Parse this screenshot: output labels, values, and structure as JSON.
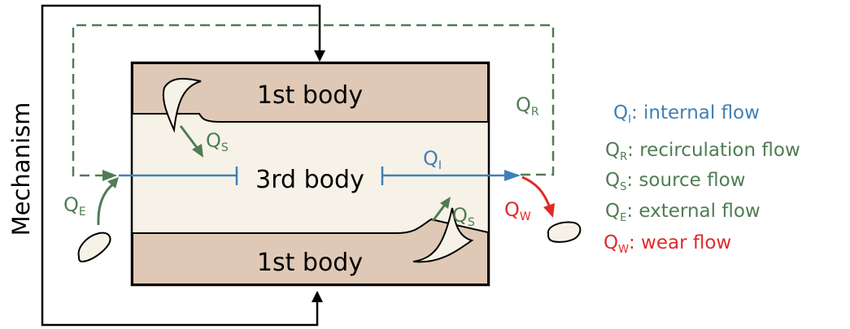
{
  "colors": {
    "body_fill": "#dfc9b6",
    "third_body_fill": "#f7f2e7",
    "outline": "#000000",
    "internal": "#3e80b6",
    "green": "#4f7d54",
    "wear": "#e02a2a"
  },
  "diagram": {
    "mechanism_label": "Mechanism",
    "first_body_top": "1st body",
    "first_body_bottom": "1st body",
    "third_body": "3rd body",
    "flows": {
      "Q": "Q",
      "internal_sub": "I",
      "recirculation_sub": "R",
      "source_sub": "S",
      "external_sub": "E",
      "wear_sub": "W"
    }
  },
  "legend": [
    {
      "q": "Q",
      "sub": "I",
      "text": ": internal flow",
      "color": "#3e80b6"
    },
    {
      "q": "Q",
      "sub": "R",
      "text": ": recirculation flow",
      "color": "#4f7d54"
    },
    {
      "q": "Q",
      "sub": "S",
      "text": ": source flow",
      "color": "#4f7d54"
    },
    {
      "q": "Q",
      "sub": "E",
      "text": ": external flow",
      "color": "#4f7d54"
    },
    {
      "q": "Q",
      "sub": "W",
      "text": ": wear flow",
      "color": "#e02a2a"
    }
  ]
}
